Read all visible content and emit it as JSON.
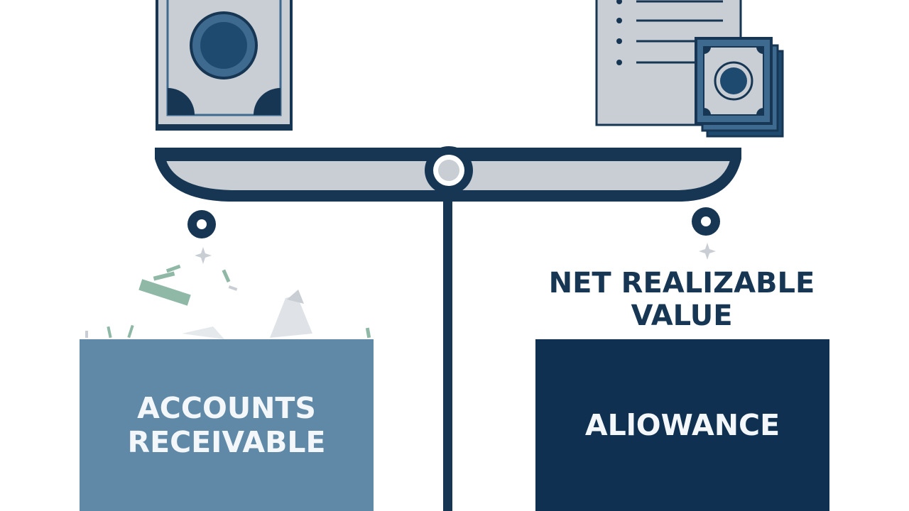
{
  "heading": {
    "line1": "NET REALIZABLE",
    "line2": "VALUE"
  },
  "left_box": {
    "line1": "ACCOUNTS",
    "line2": "RECEIVABLE"
  },
  "right_box": {
    "label": "ALlOWANCE"
  },
  "icons": {
    "left_top": "banknote-icon",
    "right_top": "invoice-document-icon",
    "right_overlay": "stacked-banknotes-icon",
    "center": "balance-scale-icon"
  },
  "colors": {
    "navy": "#163653",
    "dark_box": "#0f3050",
    "steel_blue": "#5f89a6",
    "mid_blue": "#3e6a8f",
    "light_gray": "#c9ced4",
    "pale_green": "#8fb8a6",
    "white": "#ffffff"
  }
}
